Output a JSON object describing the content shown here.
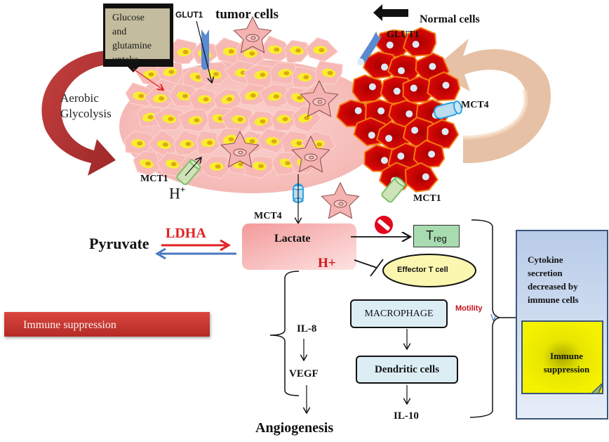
{
  "title_labels": {
    "tumor_cells": "tumor cells",
    "normal_cells": "Normal cells"
  },
  "uptake_box": {
    "lines": [
      "Glucose",
      "and",
      "glutamine",
      "uptake"
    ],
    "fill": "#c4bc9e"
  },
  "transporters": {
    "glut1_tumor": "GLUT1",
    "glut1_normal": "GLUT1",
    "mct1_tumor": "MCT1",
    "mct1_normal": "MCT1",
    "mct4_tumor": "MCT4",
    "mct4_normal": "MCT4",
    "h_plus": "H",
    "h_plus_sup": "+"
  },
  "aerobic_glycolysis": {
    "lines": [
      "Aerobic",
      "Glycolysis"
    ]
  },
  "metabolism": {
    "pyruvate": "Pyruvate",
    "enzyme": "LDHA",
    "lactate": "Lactate",
    "h_plus": "H+"
  },
  "immune": {
    "treg_main": "T",
    "treg_sub": "reg",
    "effector": "Effector T cell",
    "macrophage": "MACROPHAGE",
    "dendritic": "Dendritic cells",
    "il10": "IL-10",
    "motility": "Motility"
  },
  "angiogenesis": {
    "il8": "IL-8",
    "vegf": "VEGF",
    "result": "Angiogenesis"
  },
  "immune_banner": {
    "label": "Immune suppression"
  },
  "side_panel": {
    "lines": [
      "Cytokine",
      "secretion",
      "decreased by",
      "immune cells"
    ],
    "note_lines": [
      "Immune",
      "suppression"
    ]
  },
  "colors": {
    "tumor_pink": "#f6b8b4",
    "normal_red": "#d40000",
    "normal_border": "#f07a10",
    "ldha_red": "#e02020",
    "reverse_blue": "#4a78c0",
    "glut1_blue": "#5a8ad0",
    "mct1_green": "#cfe3b8",
    "mct4_blue": "#bcdcf0",
    "treg_green": "#a8dcb0",
    "effector_yellow": "#fbf7b0",
    "immune_box_fill": "#dcedf4",
    "side_panel_blue": "#c2d3ec",
    "note_yellow": "#f2ef00",
    "banner_red": "#c8332d",
    "big_arrow_red": "#b03030",
    "big_arrow_tan": "#e8bfa0"
  }
}
